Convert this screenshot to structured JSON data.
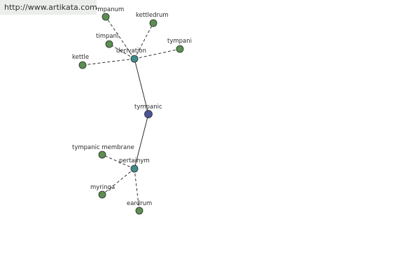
{
  "watermark": "http://www.artikata.com",
  "colors": {
    "leaf": "#5b8f4f",
    "relation": "#3e8c8e",
    "root": "#4a5599",
    "edge": "#1a1a1a"
  },
  "nodes": [
    {
      "id": "tympanic",
      "label": "tympanic",
      "kind": "root"
    },
    {
      "id": "derivation",
      "label": "derivation",
      "kind": "relation"
    },
    {
      "id": "pertainym",
      "label": "pertainym",
      "kind": "relation"
    },
    {
      "id": "tympanum",
      "label": "tympanum",
      "kind": "leaf"
    },
    {
      "id": "kettledrum",
      "label": "kettledrum",
      "kind": "leaf"
    },
    {
      "id": "timpani",
      "label": "timpani",
      "kind": "leaf"
    },
    {
      "id": "tympani",
      "label": "tympani",
      "kind": "leaf"
    },
    {
      "id": "kettle",
      "label": "kettle",
      "kind": "leaf"
    },
    {
      "id": "tympanic-membrane",
      "label": "tympanic membrane",
      "kind": "leaf"
    },
    {
      "id": "myringa",
      "label": "myringa",
      "kind": "leaf"
    },
    {
      "id": "eardrum",
      "label": "eardrum",
      "kind": "leaf"
    }
  ],
  "edges": [
    {
      "from": "tympanic",
      "to": "derivation",
      "style": "solid"
    },
    {
      "from": "tympanic",
      "to": "pertainym",
      "style": "solid"
    },
    {
      "from": "derivation",
      "to": "tympanum",
      "style": "dashed"
    },
    {
      "from": "derivation",
      "to": "kettledrum",
      "style": "dashed"
    },
    {
      "from": "derivation",
      "to": "timpani",
      "style": "dashed"
    },
    {
      "from": "derivation",
      "to": "tympani",
      "style": "dashed"
    },
    {
      "from": "derivation",
      "to": "kettle",
      "style": "dashed"
    },
    {
      "from": "pertainym",
      "to": "tympanic-membrane",
      "style": "dashed"
    },
    {
      "from": "pertainym",
      "to": "myringa",
      "style": "dashed"
    },
    {
      "from": "pertainym",
      "to": "eardrum",
      "style": "dashed"
    }
  ]
}
